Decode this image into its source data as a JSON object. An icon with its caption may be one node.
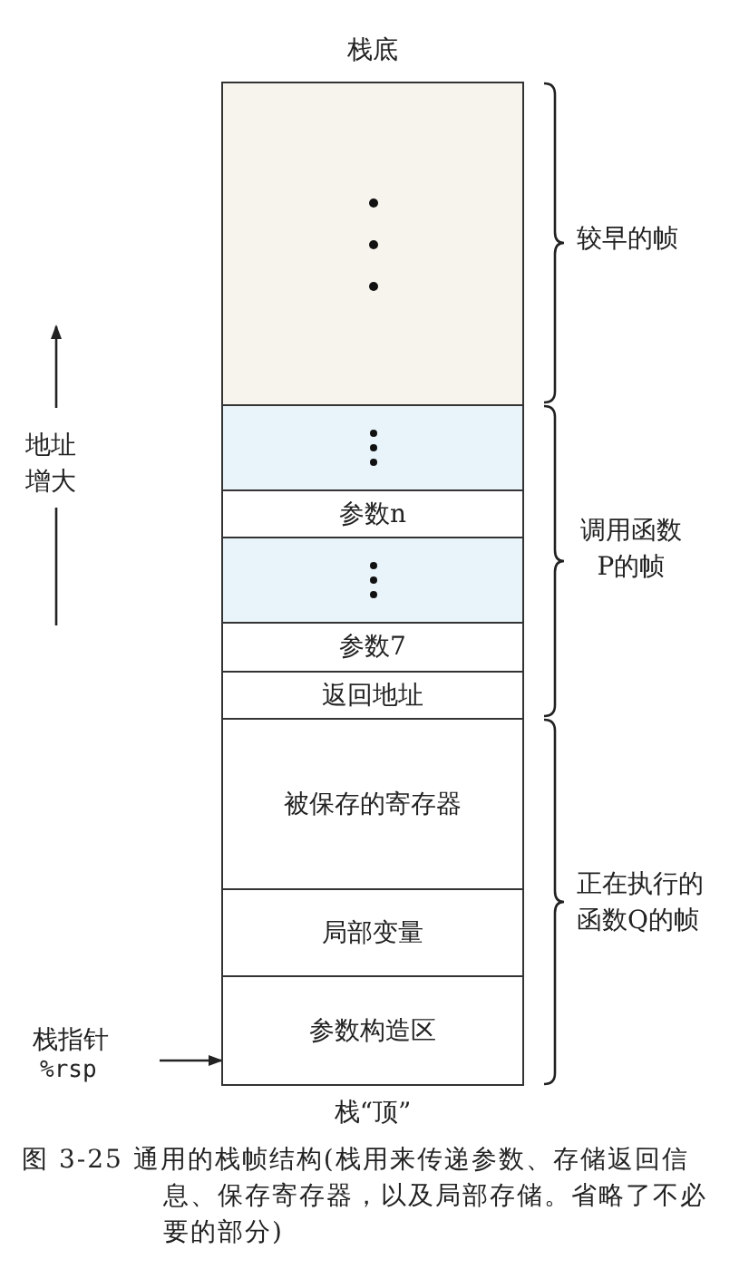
{
  "diagram": {
    "caption": "图 3-25 通用的栈帧结构(栈用来传递参数、存储返回信息、保存寄存器，以及局部存储。省略了不必要的部分)",
    "nodes": [
      {
        "text": [],
        "shape": "box",
        "beside": [
          "栈底"
        ]
      },
      {
        "text": [],
        "shape": "box"
      },
      {
        "text": [
          "参数n"
        ]
      },
      {
        "text": [],
        "shape": "box"
      },
      {
        "text": [
          "参数7"
        ]
      },
      {
        "text": [
          "返回地址"
        ]
      },
      {
        "text": [
          "被保存的寄存器"
        ]
      },
      {
        "text": [
          "局部变量"
        ]
      },
      {
        "text": [
          "参数构造区"
        ],
        "beside": [
          "栈“顶”"
        ]
      },
      {
        "text": [
          "栈指针",
          "%rsp"
        ]
      }
    ],
    "edges": [
      {
        "from": 9,
        "to": 8,
        "arrow": "to"
      }
    ],
    "labels": [
      "较早的帧",
      "地址增大",
      "调用函数P的帧",
      "正在执行的函数Q的帧"
    ]
  }
}
